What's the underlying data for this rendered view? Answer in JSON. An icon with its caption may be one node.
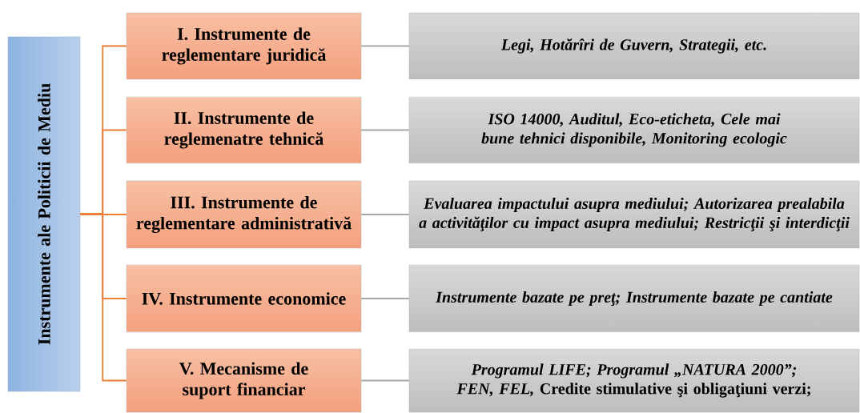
{
  "diagram": {
    "nodes": [
      {
        "text": [
          "Instrumente ale Politicii de Mediu"
        ]
      },
      {
        "text": [
          "I. Instrumente de reglementare juridică"
        ]
      },
      {
        "text": [
          "II. Instrumente de reglemenatre tehnică"
        ]
      },
      {
        "text": [
          "III. Instrumente de reglementare administrativă"
        ]
      },
      {
        "text": [
          "IV. Instrumente economice"
        ]
      },
      {
        "text": [
          "V. Mecanisme de suport financiar"
        ]
      },
      {
        "text": [
          "Legi, Hotărîri de Guvern, Strategii, etc."
        ]
      },
      {
        "text": [
          "ISO 14000, Auditul, Eco-eticheta, Cele mai bune tehnici disponibile, Monitoring ecologic"
        ]
      },
      {
        "text": [
          "Evaluarea impactului asupra mediului; Autorizarea prealabila a activităţilor cu impact asupra mediului; Restricţii şi interdicţii"
        ]
      },
      {
        "text": [
          "Instrumente bazate pe preţ; Instrumente bazate pe cantiate"
        ]
      },
      {
        "text": [
          "*Programul LIFE; Programul „NATURA 2000”; FEN, FEL,* Credite stimulative şi obligaţiuni verzi;"
        ]
      }
    ],
    "edges": [
      {
        "from": 0,
        "to": 1,
        "arrow": "none",
        "color": "#ed7d31"
      },
      {
        "from": 0,
        "to": 2,
        "arrow": "none",
        "color": "#ed7d31"
      },
      {
        "from": 0,
        "to": 3,
        "arrow": "none",
        "color": "#ed7d31"
      },
      {
        "from": 0,
        "to": 4,
        "arrow": "none",
        "color": "#ed7d31"
      },
      {
        "from": 0,
        "to": 5,
        "arrow": "none",
        "color": "#ed7d31"
      },
      {
        "from": 1,
        "to": 6,
        "arrow": "none",
        "color": "#a6a6a6"
      },
      {
        "from": 2,
        "to": 7,
        "arrow": "none",
        "color": "#a6a6a6"
      },
      {
        "from": 3,
        "to": 8,
        "arrow": "none",
        "color": "#a6a6a6"
      },
      {
        "from": 4,
        "to": 9,
        "arrow": "none",
        "color": "#a6a6a6"
      },
      {
        "from": 5,
        "to": 10,
        "arrow": "none",
        "color": "#a6a6a6"
      }
    ]
  }
}
